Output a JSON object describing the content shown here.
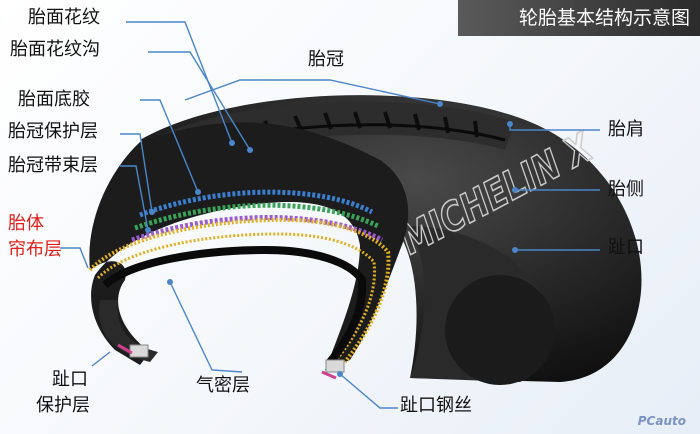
{
  "title": "轮胎基本结构示意图",
  "brand_text": "MICHELIN X",
  "watermark": "PCauto",
  "colors": {
    "accent_red": "#e0201a",
    "callout_line": "#4a86c8",
    "belt_blue": "#3a7fd0",
    "belt_green": "#3aa35a",
    "belt_purple": "#9b5bd0",
    "ply_yellow": "#e0b020"
  },
  "labels": {
    "tread": "胎面花纹",
    "tread_groove": "胎面花纹沟",
    "crown": "胎冠",
    "tread_base": "胎面底胶",
    "crown_protect": "胎冠保护层",
    "crown_belt": "胎冠带束层",
    "carcass_line1": "胎体",
    "carcass_line2": "帘布层",
    "shoulder": "胎肩",
    "sidewall": "胎侧",
    "bead": "趾口",
    "bead_protect_line1": "趾口",
    "bead_protect_line2": "保护层",
    "inner_liner": "气密层",
    "bead_wire": "趾口钢丝"
  }
}
